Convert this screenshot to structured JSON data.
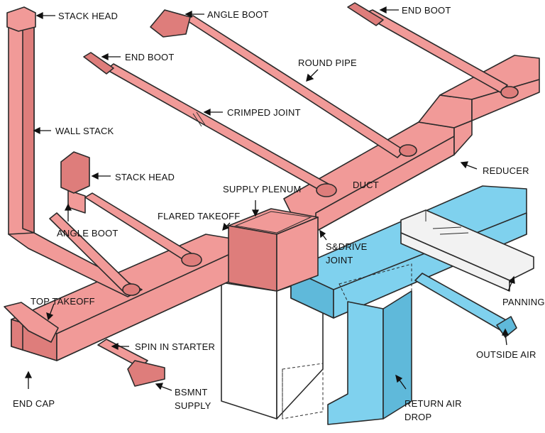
{
  "colors": {
    "supply": "#f19a98",
    "supply_dark": "#de7d7b",
    "return": "#7fd1ee",
    "return_dark": "#5fb9da",
    "outline": "#2a2a2a",
    "furnace": "#ffffff",
    "panning": "#f2f2f2"
  },
  "labels": {
    "stack_head_top": "STACK HEAD",
    "angle_boot_top": "ANGLE BOOT",
    "end_boot_right": "END BOOT",
    "end_boot_left": "END BOOT",
    "round_pipe": "ROUND PIPE",
    "wall_stack": "WALL STACK",
    "crimped_joint": "CRIMPED JOINT",
    "stack_head_mid": "STACK HEAD",
    "duct": "DUCT",
    "reducer": "REDUCER",
    "supply_plenum": "SUPPLY PLENUM",
    "flared_takeoff": "FLARED TAKEOFF",
    "angle_boot_mid": "ANGLE BOOT",
    "s_drive_joint": [
      "S&DRIVE",
      "JOINT"
    ],
    "top_takeoff": "TOP TAKEOFF",
    "panning": "PANNING",
    "spin_in_starter": "SPIN IN STARTER",
    "outside_air": "OUTSIDE AIR",
    "end_cap": "END CAP",
    "bsmnt_supply": [
      "BSMNT",
      "SUPPLY"
    ],
    "return_air_drop": [
      "RETURN AIR",
      "DROP"
    ]
  }
}
